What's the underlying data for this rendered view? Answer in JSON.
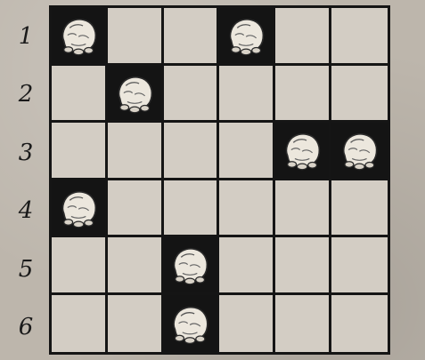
{
  "board": {
    "rows": 6,
    "cols": 6,
    "row_labels": [
      "1",
      "2",
      "3",
      "4",
      "5",
      "6"
    ],
    "piece_icon": "rock-icon",
    "pieces": [
      {
        "row": 1,
        "col": 1
      },
      {
        "row": 1,
        "col": 4
      },
      {
        "row": 2,
        "col": 2
      },
      {
        "row": 3,
        "col": 5
      },
      {
        "row": 3,
        "col": 6
      },
      {
        "row": 4,
        "col": 1
      },
      {
        "row": 5,
        "col": 3
      },
      {
        "row": 6,
        "col": 3
      }
    ]
  }
}
